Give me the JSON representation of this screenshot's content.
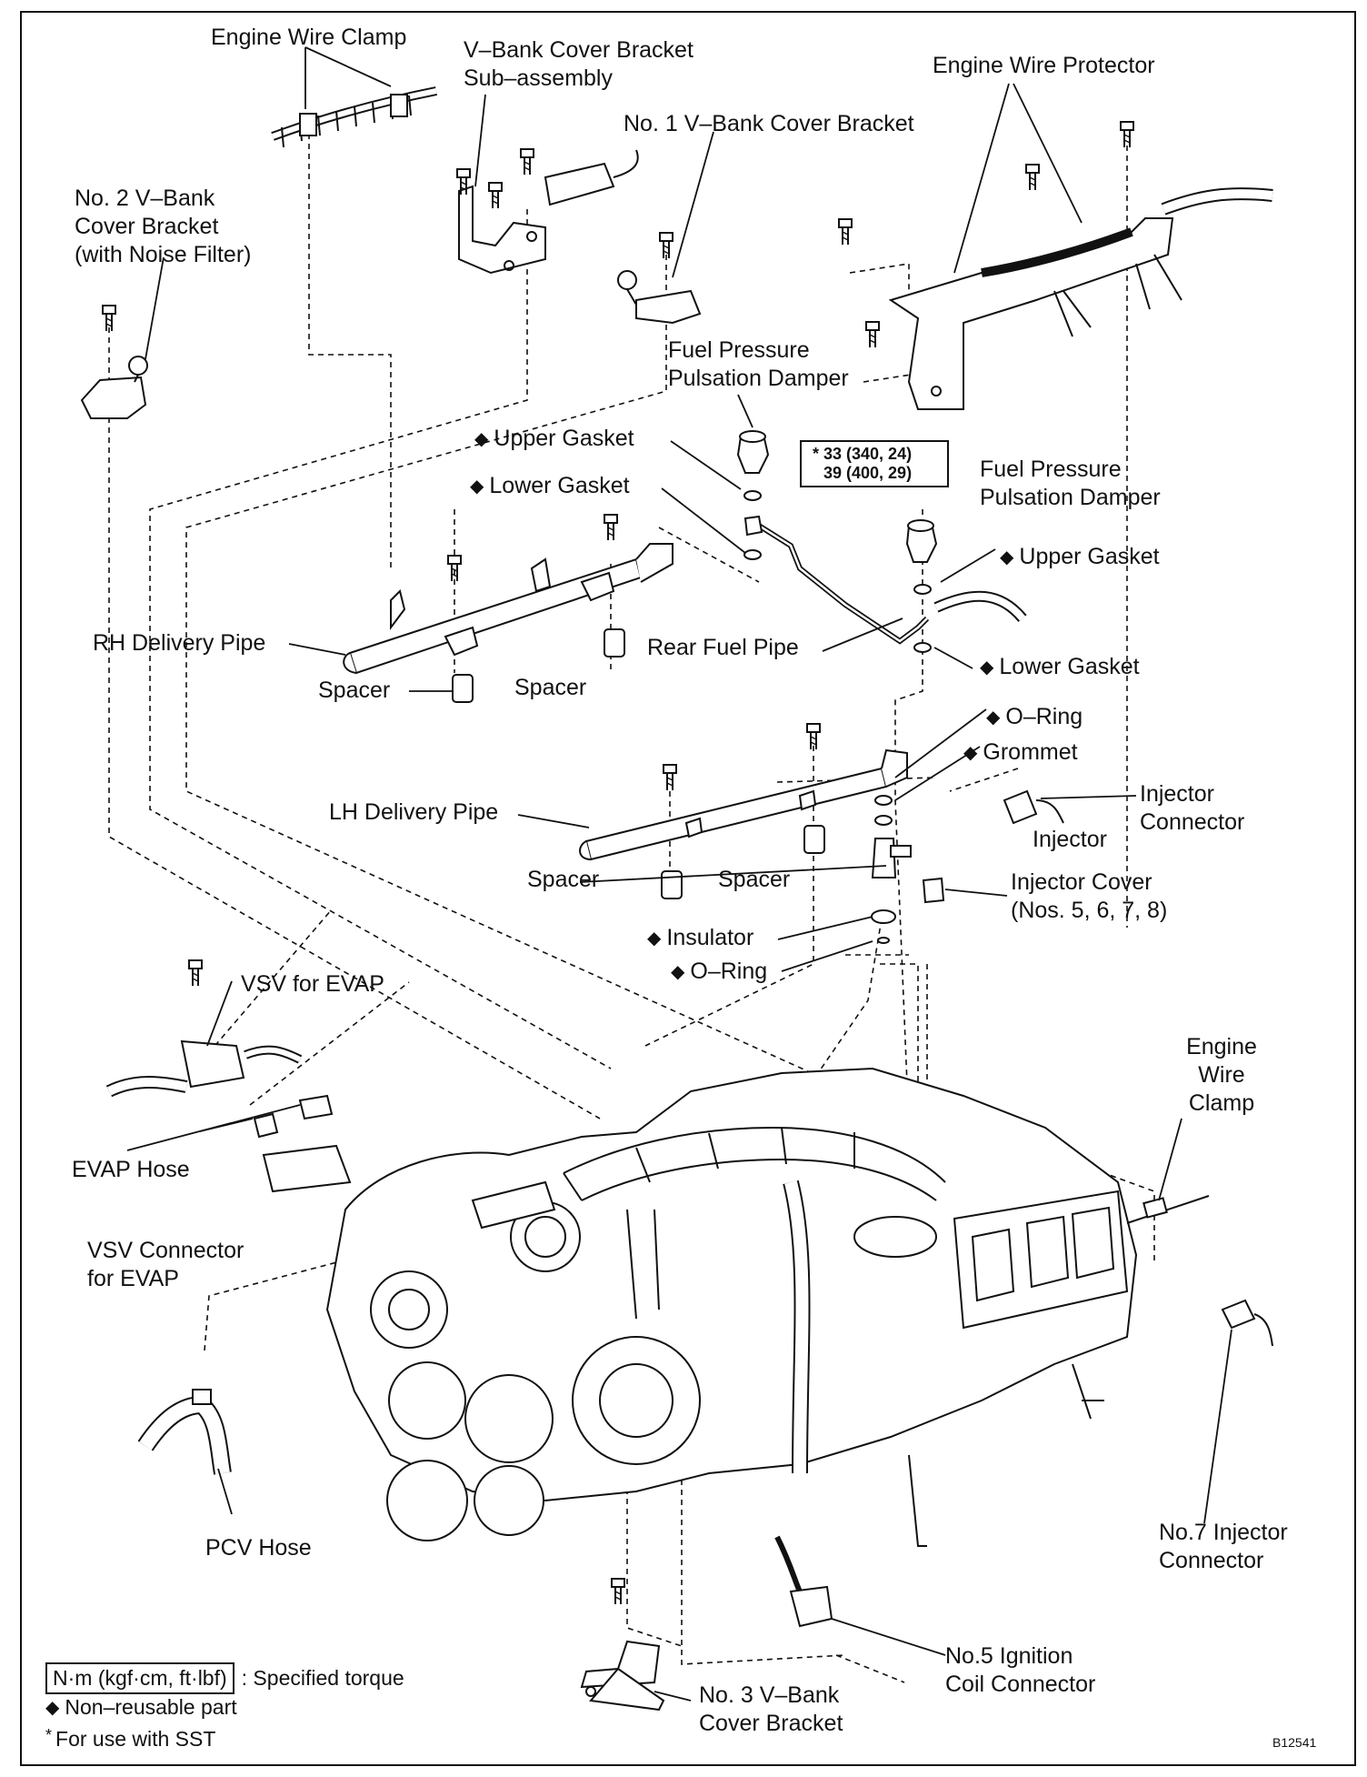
{
  "labels": {
    "engine_wire_clamp_top": "Engine Wire Clamp",
    "vbank_sub_assembly": "V–Bank Cover Bracket\nSub–assembly",
    "no1_vbank": "No. 1 V–Bank Cover Bracket",
    "engine_wire_protector": "Engine Wire Protector",
    "no2_vbank": "No. 2 V–Bank\nCover Bracket\n(with Noise Filter)",
    "fuel_damper_1": "Fuel Pressure\nPulsation Damper",
    "fuel_damper_2": "Fuel Pressure\nPulsation Damper",
    "upper_gasket_1": "Upper Gasket",
    "lower_gasket_1": "Lower Gasket",
    "upper_gasket_2": "Upper Gasket",
    "lower_gasket_2": "Lower Gasket",
    "rh_delivery_pipe": "RH Delivery Pipe",
    "spacer_1": "Spacer",
    "spacer_2": "Spacer",
    "spacer_3": "Spacer",
    "spacer_4": "Spacer",
    "rear_fuel_pipe": "Rear Fuel Pipe",
    "o_ring_1": "O–Ring",
    "grommet": "Grommet",
    "injector_connector": "Injector\nConnector",
    "lh_delivery_pipe": "LH Delivery Pipe",
    "injector": "Injector",
    "injector_cover": "Injector Cover\n(Nos. 5, 6, 7, 8)",
    "insulator": "Insulator",
    "o_ring_2": "O–Ring",
    "vsv_evap": "VSV for EVAP",
    "engine_wire_clamp_right": "Engine\nWire\nClamp",
    "evap_hose": "EVAP Hose",
    "vsv_connector": "VSV Connector\nfor EVAP",
    "pcv_hose": "PCV Hose",
    "no7_injector_connector": "No.7 Injector\nConnector",
    "no5_ignition": "No.5 Ignition\nCoil Connector",
    "no3_vbank": "No. 3 V–Bank\nCover Bracket"
  },
  "symbols": {
    "non_reusable": "◆"
  },
  "torque_spec": {
    "line1": "* 33 (340, 24)",
    "line2": "39 (400, 29)"
  },
  "legend": {
    "torque_unit": "N·m (kgf·cm, ft·lbf)",
    "torque_desc": ": Specified torque",
    "non_reusable": "Non–reusable part",
    "sst_mark": "*",
    "sst_desc": "For use with SST"
  },
  "figure_code": "B12541"
}
